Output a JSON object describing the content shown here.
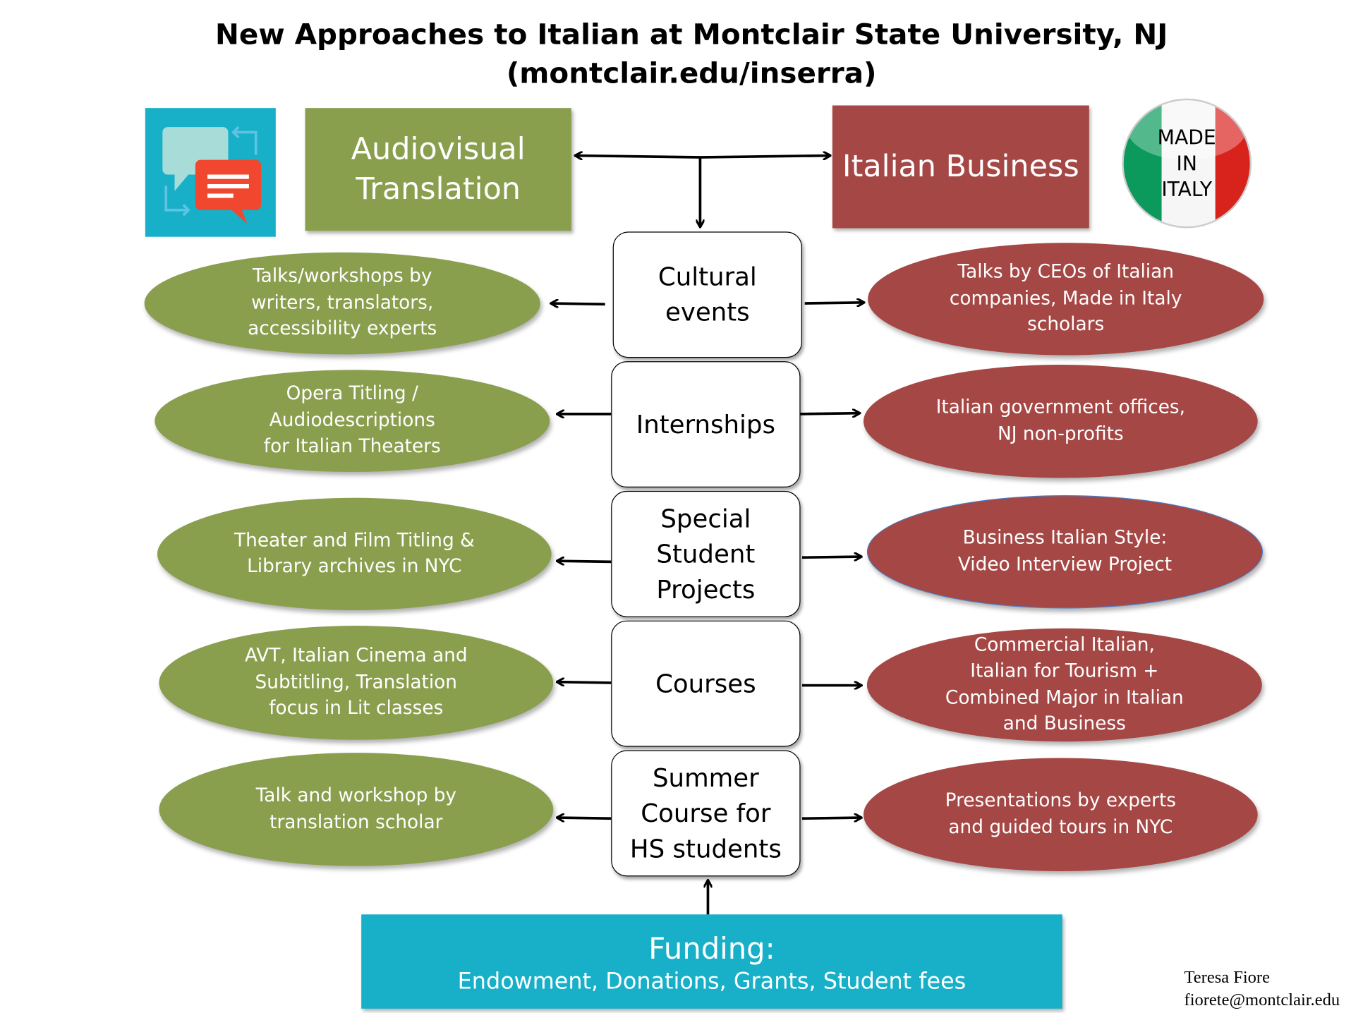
{
  "title": {
    "line1": "New Approaches to Italian at Montclair State University, NJ",
    "line2": "(montclair.edu/inserra)"
  },
  "top": {
    "left": "Audiovisual\nTranslation",
    "right": "Italian Business",
    "badge": "MADE IN ITALY"
  },
  "colors": {
    "green": "#8a9f4e",
    "red": "#a54744",
    "teal": "#17b0c8"
  },
  "rows": [
    {
      "center": "Cultural\nevents",
      "left": "Talks/workshops  by\nwriters, translators,\naccessibility experts",
      "right": "Talks by CEOs of Italian\ncompanies, Made in Italy\nscholars"
    },
    {
      "center": "Internships",
      "left": "Opera Titling /\nAudiodescriptions\nfor Italian Theaters",
      "right": "Italian government offices,\nNJ non-profits"
    },
    {
      "center": "Special\nStudent\nProjects",
      "left": "Theater and Film Titling &\nLibrary archives  in NYC",
      "right": "Business Italian Style:\nVideo Interview Project"
    },
    {
      "center": "Courses",
      "left": "AVT, Italian Cinema and\nSubtitling,  Translation\nfocus in Lit classes",
      "right": "Commercial Italian,\nItalian for Tourism +\nCombined Major in Italian\nand Business"
    },
    {
      "center": "Summer\nCourse for\nHS students",
      "left": "Talk and workshop by\ntranslation scholar",
      "right": "Presentations by experts\nand guided tours in NYC"
    }
  ],
  "funding": {
    "title": "Funding:",
    "items": "Endowment, Donations, Grants, Student fees"
  },
  "signature": {
    "name": "Teresa Fiore",
    "email": "fiorete@montclair.edu"
  }
}
